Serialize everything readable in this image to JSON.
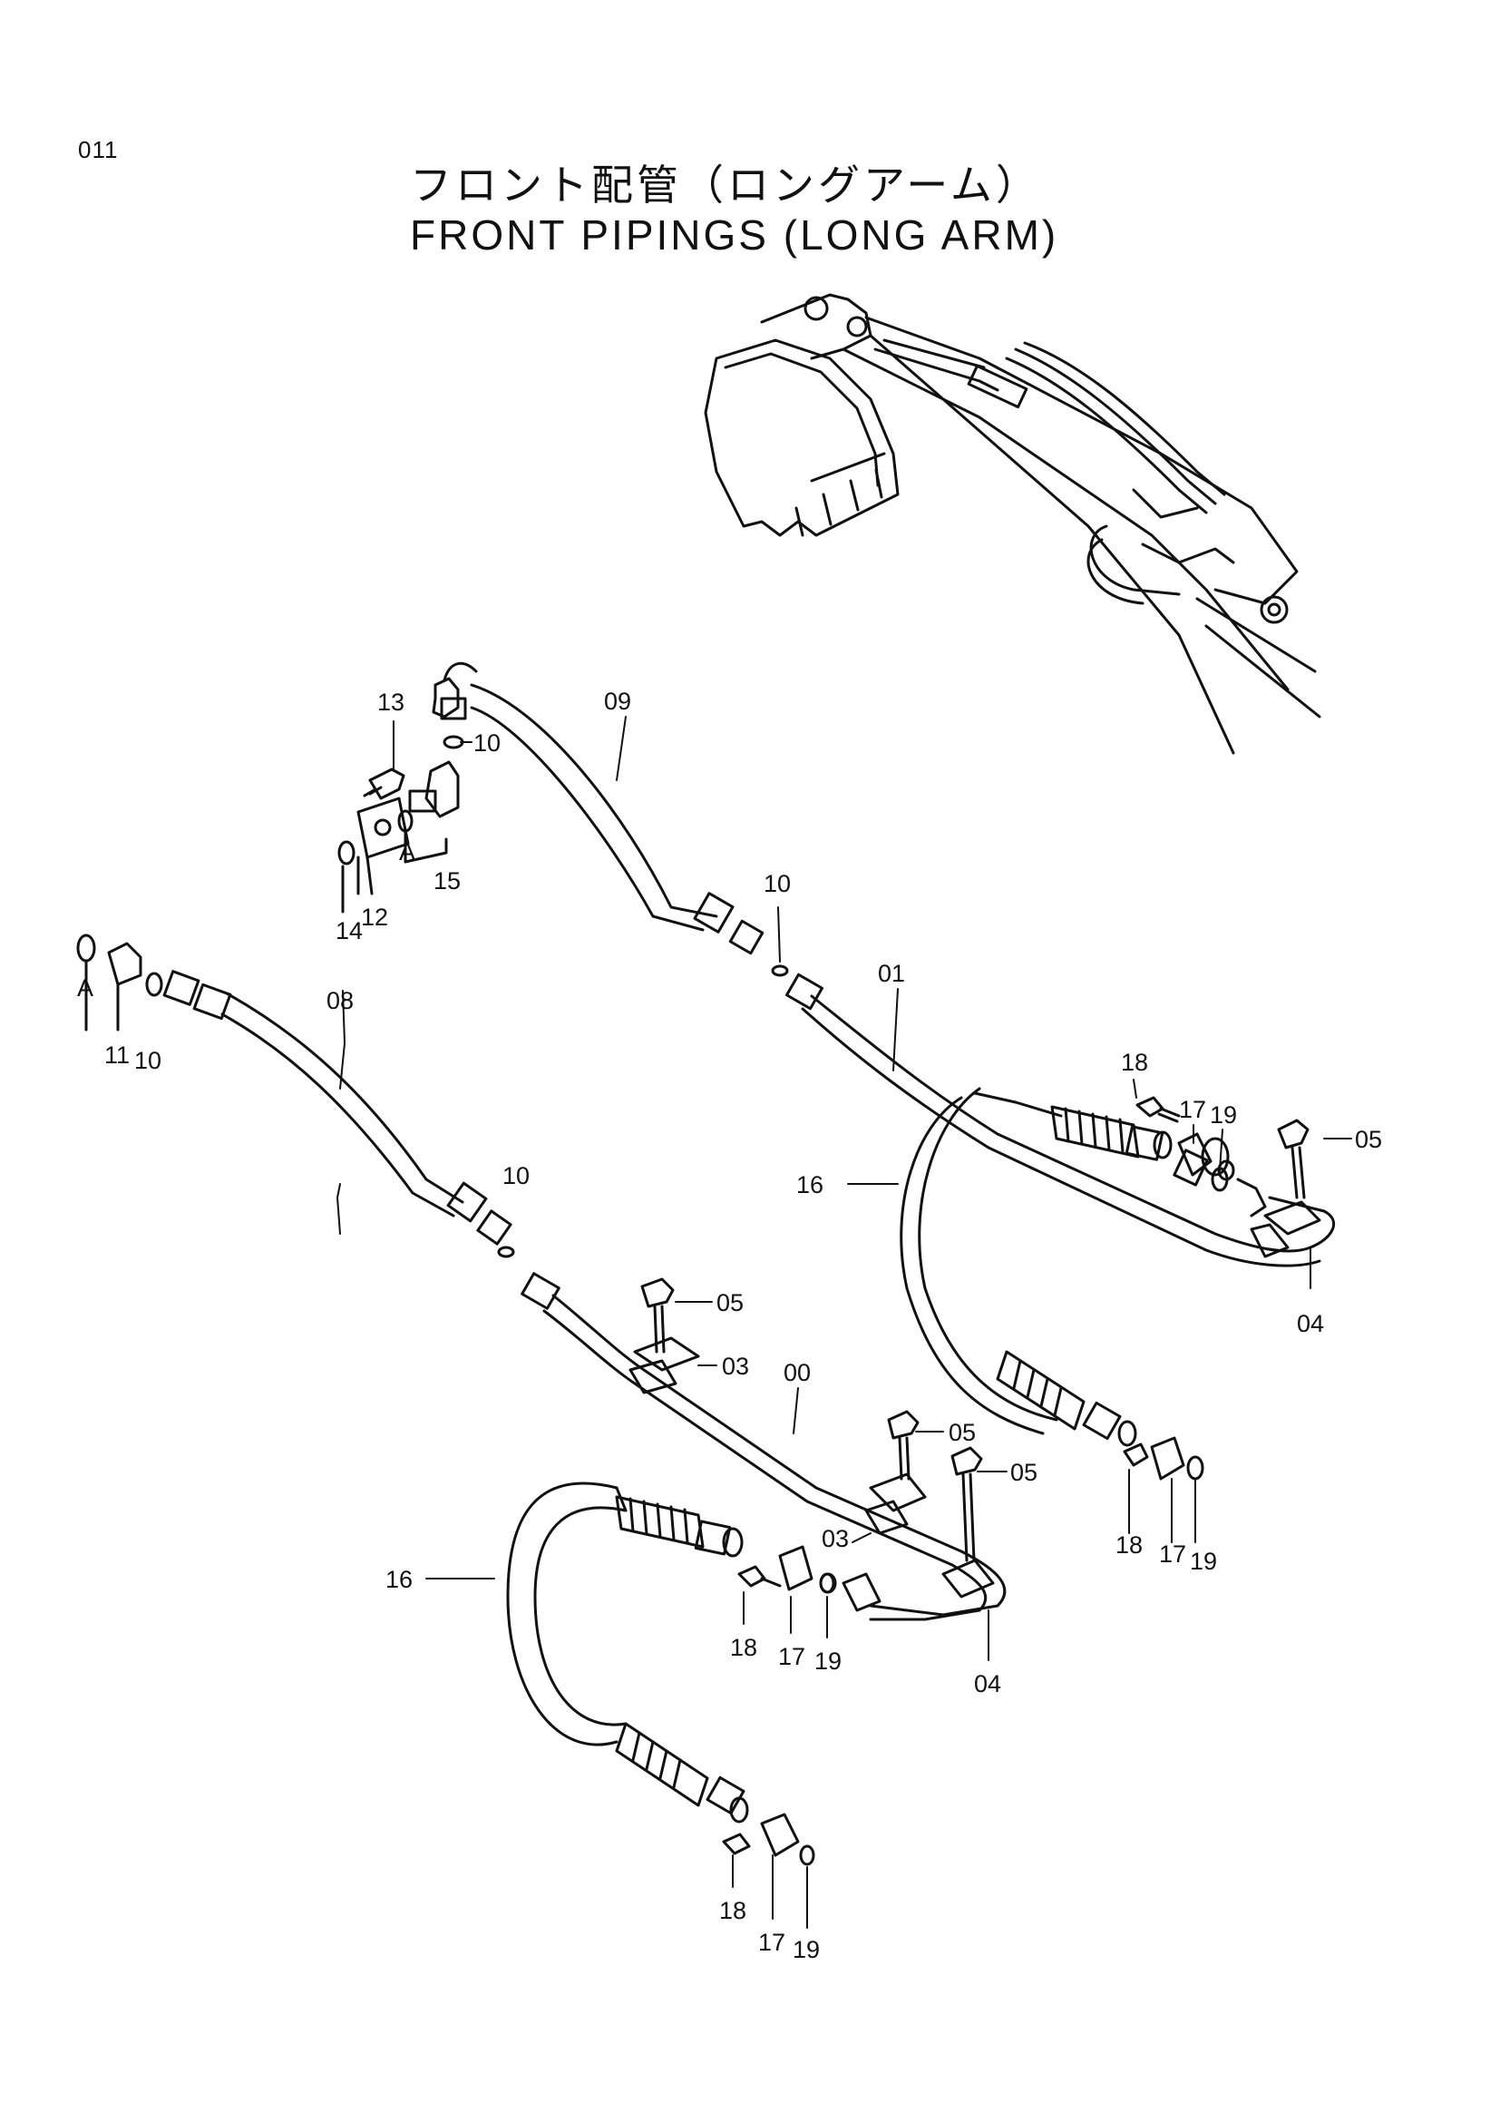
{
  "page_number": "011",
  "title_jp": "フロント配管（ロングアーム）",
  "title_en": "FRONT PIPINGS (LONG ARM)",
  "callouts": [
    {
      "id": "c13",
      "text": "13"
    },
    {
      "id": "c10a",
      "text": "10"
    },
    {
      "id": "c09",
      "text": "09"
    },
    {
      "id": "cA1",
      "text": "A"
    },
    {
      "id": "c15",
      "text": "15"
    },
    {
      "id": "c14",
      "text": "14"
    },
    {
      "id": "c12",
      "text": "12"
    },
    {
      "id": "c10b",
      "text": "10"
    },
    {
      "id": "c01",
      "text": "01"
    },
    {
      "id": "cA2",
      "text": "A"
    },
    {
      "id": "c11",
      "text": "11"
    },
    {
      "id": "c10c",
      "text": "10"
    },
    {
      "id": "c08",
      "text": "08"
    },
    {
      "id": "c18a",
      "text": "18"
    },
    {
      "id": "c17a",
      "text": "17"
    },
    {
      "id": "c19a",
      "text": "19"
    },
    {
      "id": "c05a",
      "text": "05"
    },
    {
      "id": "c16a",
      "text": "16"
    },
    {
      "id": "c10d",
      "text": "10"
    },
    {
      "id": "c04a",
      "text": "04"
    },
    {
      "id": "c05b",
      "text": "05"
    },
    {
      "id": "c03a",
      "text": "03"
    },
    {
      "id": "c00",
      "text": "00"
    },
    {
      "id": "c05c",
      "text": "05"
    },
    {
      "id": "c05d",
      "text": "05"
    },
    {
      "id": "c18b",
      "text": "18"
    },
    {
      "id": "c17b",
      "text": "17"
    },
    {
      "id": "c19b",
      "text": "19"
    },
    {
      "id": "c03b",
      "text": "03"
    },
    {
      "id": "c16b",
      "text": "16"
    },
    {
      "id": "c18c",
      "text": "18"
    },
    {
      "id": "c17c",
      "text": "17"
    },
    {
      "id": "c19c",
      "text": "19"
    },
    {
      "id": "c04b",
      "text": "04"
    },
    {
      "id": "c18d",
      "text": "18"
    },
    {
      "id": "c17d",
      "text": "17"
    },
    {
      "id": "c19d",
      "text": "19"
    }
  ]
}
